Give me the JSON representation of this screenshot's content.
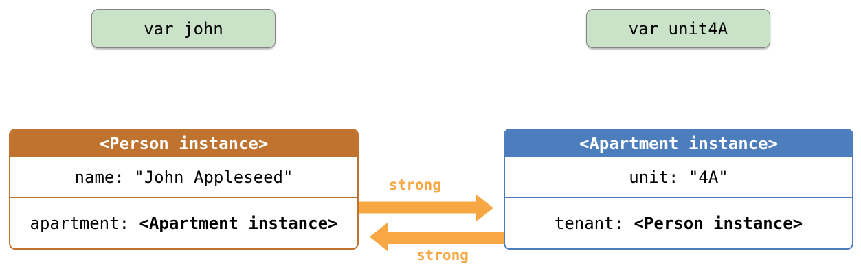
{
  "diagram": {
    "title_semantics": "strong reference cycle between Person and Apartment instances",
    "variables": [
      {
        "label": "var john"
      },
      {
        "label": "var unit4A"
      }
    ],
    "person_instance": {
      "title": "<Person instance>",
      "rows": [
        {
          "plain": "name: \"John Appleseed\"",
          "bold": ""
        },
        {
          "plain": "apartment: ",
          "bold": "<Apartment instance>"
        }
      ]
    },
    "apartment_instance": {
      "title": "<Apartment instance>",
      "rows": [
        {
          "plain": "unit: \"4A\"",
          "bold": ""
        },
        {
          "plain": "tenant: ",
          "bold": "<Person instance>"
        }
      ]
    },
    "references": {
      "top_label": "strong",
      "bottom_label": "strong"
    },
    "colors": {
      "person": "#C0722F",
      "apartment": "#4C7EBD",
      "arrow": "#F7A845",
      "variable_fill": "#C9E2C8",
      "variable_border": "#848484"
    }
  }
}
